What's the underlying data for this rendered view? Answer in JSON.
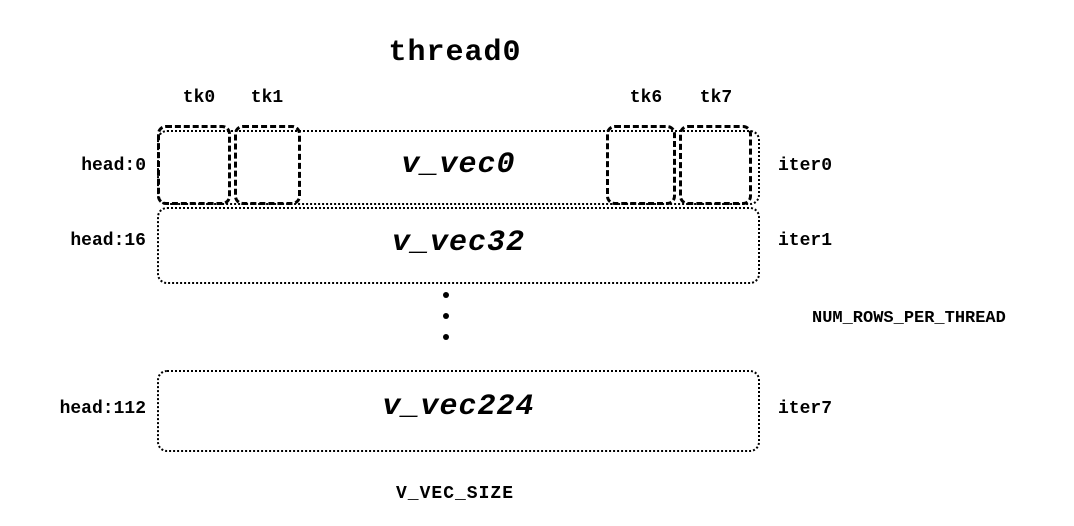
{
  "title": "thread0",
  "tk_labels": [
    {
      "label": "tk0"
    },
    {
      "label": "tk1"
    },
    {
      "label": "tk6"
    },
    {
      "label": "tk7"
    }
  ],
  "rows": [
    {
      "head": "head:0",
      "vec": "v_vec0",
      "iter": "iter0"
    },
    {
      "head": "head:16",
      "vec": "v_vec32",
      "iter": "iter1"
    },
    {
      "head": "head:112",
      "vec": "v_vec224",
      "iter": "iter7"
    }
  ],
  "annotations": {
    "rows_per_thread": "NUM_ROWS_PER_THREAD",
    "vec_size": "V_VEC_SIZE"
  },
  "colors": {
    "line": "#000000",
    "background": "#ffffff"
  }
}
